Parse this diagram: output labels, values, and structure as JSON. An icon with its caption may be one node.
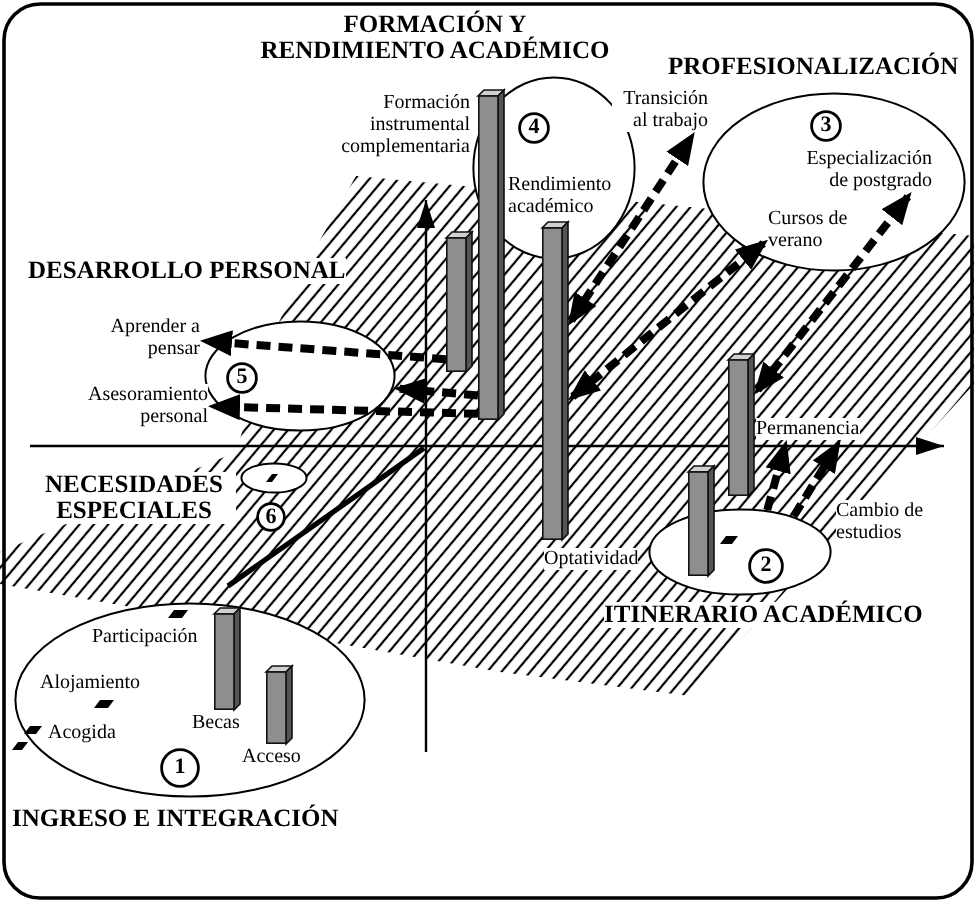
{
  "diagram": {
    "nodes": [
      {
        "text": [
          "FORMACIÓN Y RENDIMIENTO ACADÉMICO"
        ]
      },
      {
        "text": [
          "Formación instrumental complementaria"
        ],
        "in": 0
      },
      {
        "text": [
          "4"
        ],
        "in": 0
      },
      {
        "text": [
          "Rendimiento académico"
        ],
        "in": 0
      },
      {
        "text": [
          "PROFESIONALIZACIÓN"
        ]
      },
      {
        "text": [
          "Transición al trabajo"
        ]
      },
      {
        "text": [
          "3"
        ],
        "in": 4
      },
      {
        "text": [
          "Especialización de postgrado"
        ],
        "in": 4
      },
      {
        "text": [
          "Cursos de verano"
        ],
        "in": 4
      },
      {
        "text": [
          "DESARROLLO PERSONAL"
        ]
      },
      {
        "text": [
          "Aprender a pensar"
        ],
        "in": 9
      },
      {
        "text": [
          "5"
        ],
        "in": 9
      },
      {
        "text": [
          "Asesoramiento personal"
        ],
        "in": 9
      },
      {
        "text": [],
        "shape": "bar"
      },
      {
        "text": [],
        "shape": "bar"
      },
      {
        "text": [],
        "shape": "bar"
      },
      {
        "text": [
          "NECESIDADES ESPECIALES"
        ]
      },
      {
        "text": [
          "6"
        ]
      },
      {
        "text": [
          "Permanencia"
        ]
      },
      {
        "text": [],
        "shape": "bar"
      },
      {
        "text": [
          "ITINERARIO ACADÉMICO"
        ]
      },
      {
        "text": [
          "Cambio de estudios"
        ]
      },
      {
        "text": [
          "Optatividad"
        ]
      },
      {
        "text": [],
        "shape": "bar"
      },
      {
        "text": [
          "2"
        ],
        "in": 20
      },
      {
        "text": [
          "INGRESO E INTEGRACIÓN"
        ]
      },
      {
        "text": [
          "Participación"
        ],
        "in": 25
      },
      {
        "text": [
          "Alojamiento"
        ],
        "in": 25
      },
      {
        "text": [
          "Acogida"
        ],
        "in": 25
      },
      {
        "text": [],
        "shape": "bar",
        "in": 25
      },
      {
        "text": [
          "Becas"
        ],
        "in": 25
      },
      {
        "text": [],
        "shape": "bar",
        "in": 25
      },
      {
        "text": [
          "Acceso"
        ],
        "in": 25
      },
      {
        "text": [
          "1"
        ],
        "in": 25
      }
    ],
    "edges": [
      {
        "from": 15,
        "to": 5,
        "arrow": "both"
      },
      {
        "from": 15,
        "to": 8,
        "arrow": "both"
      },
      {
        "from": 19,
        "to": 7,
        "arrow": "both"
      },
      {
        "from": 13,
        "to": 10,
        "arrow": "to"
      },
      {
        "from": 14,
        "to": 12,
        "arrow": "to"
      },
      {
        "from": 14,
        "to": 9,
        "arrow": "to"
      },
      {
        "from": 20,
        "to": 18,
        "arrow": "to"
      },
      {
        "from": 20,
        "to": 18,
        "arrow": "to"
      }
    ]
  }
}
